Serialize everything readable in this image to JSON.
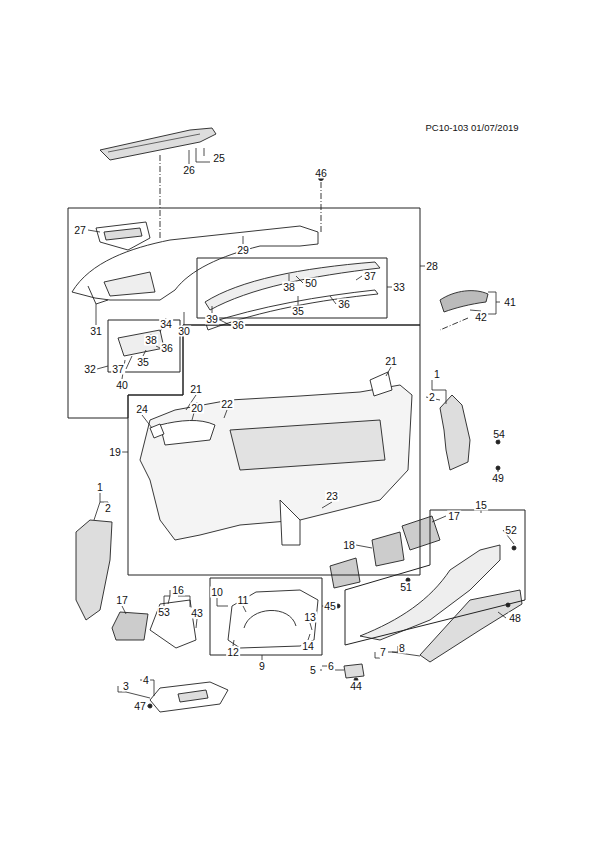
{
  "diagram": {
    "nodes": [
      {
        "text": [
          "28"
        ]
      },
      {
        "text": [
          "33"
        ],
        "in": 0
      },
      {
        "text": [
          "32"
        ],
        "in": 0
      },
      {
        "text": [
          "19"
        ]
      },
      {
        "text": [
          "9"
        ]
      },
      {
        "text": [
          "15"
        ]
      }
    ],
    "labels": [
      "PC10-103 01/07/2019",
      "25",
      "26",
      "46",
      "27",
      "29",
      "37",
      "50",
      "38",
      "36",
      "35",
      "39",
      "36",
      "41",
      "42",
      "31",
      "34",
      "30",
      "38",
      "36",
      "37",
      "35",
      "40",
      "21",
      "1",
      "2",
      "21",
      "20",
      "24",
      "22",
      "54",
      "49",
      "1",
      "2",
      "23",
      "17",
      "52",
      "18",
      "51",
      "45",
      "16",
      "10",
      "11",
      "17",
      "53",
      "43",
      "13",
      "48",
      "14",
      "12",
      "7",
      "8",
      "6",
      "5",
      "44",
      "3",
      "4",
      "47"
    ]
  }
}
